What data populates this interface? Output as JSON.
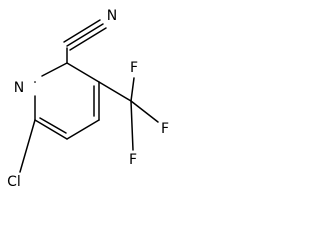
{
  "molecule": {
    "atoms": {
      "nitrile_n": "N",
      "ring_n": "N",
      "chlorine": "Cl",
      "fluorine_top": "F",
      "fluorine_right": "F",
      "fluorine_bottom": "F"
    },
    "colors": {
      "bond": "#000000",
      "label": "#000000",
      "background": "#ffffff"
    }
  }
}
